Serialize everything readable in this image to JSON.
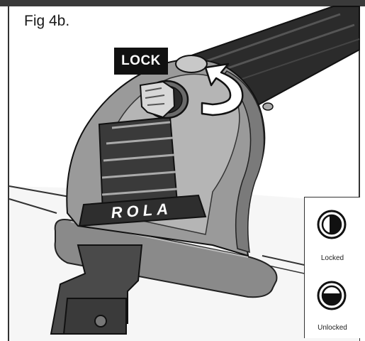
{
  "figure": {
    "title": "Fig 4b.",
    "lock_label": "LOCK",
    "logo_text": "ROLA"
  },
  "legend": {
    "items": [
      {
        "label": "Locked",
        "icon": "lock-closed-icon"
      },
      {
        "label": "Unlocked",
        "icon": "lock-open-icon"
      }
    ]
  },
  "colors": {
    "frame": "#3a3a3a",
    "body_gray": "#9a9a9a",
    "bar_dark": "#2b2b2b",
    "arrow": "#ffffff"
  }
}
